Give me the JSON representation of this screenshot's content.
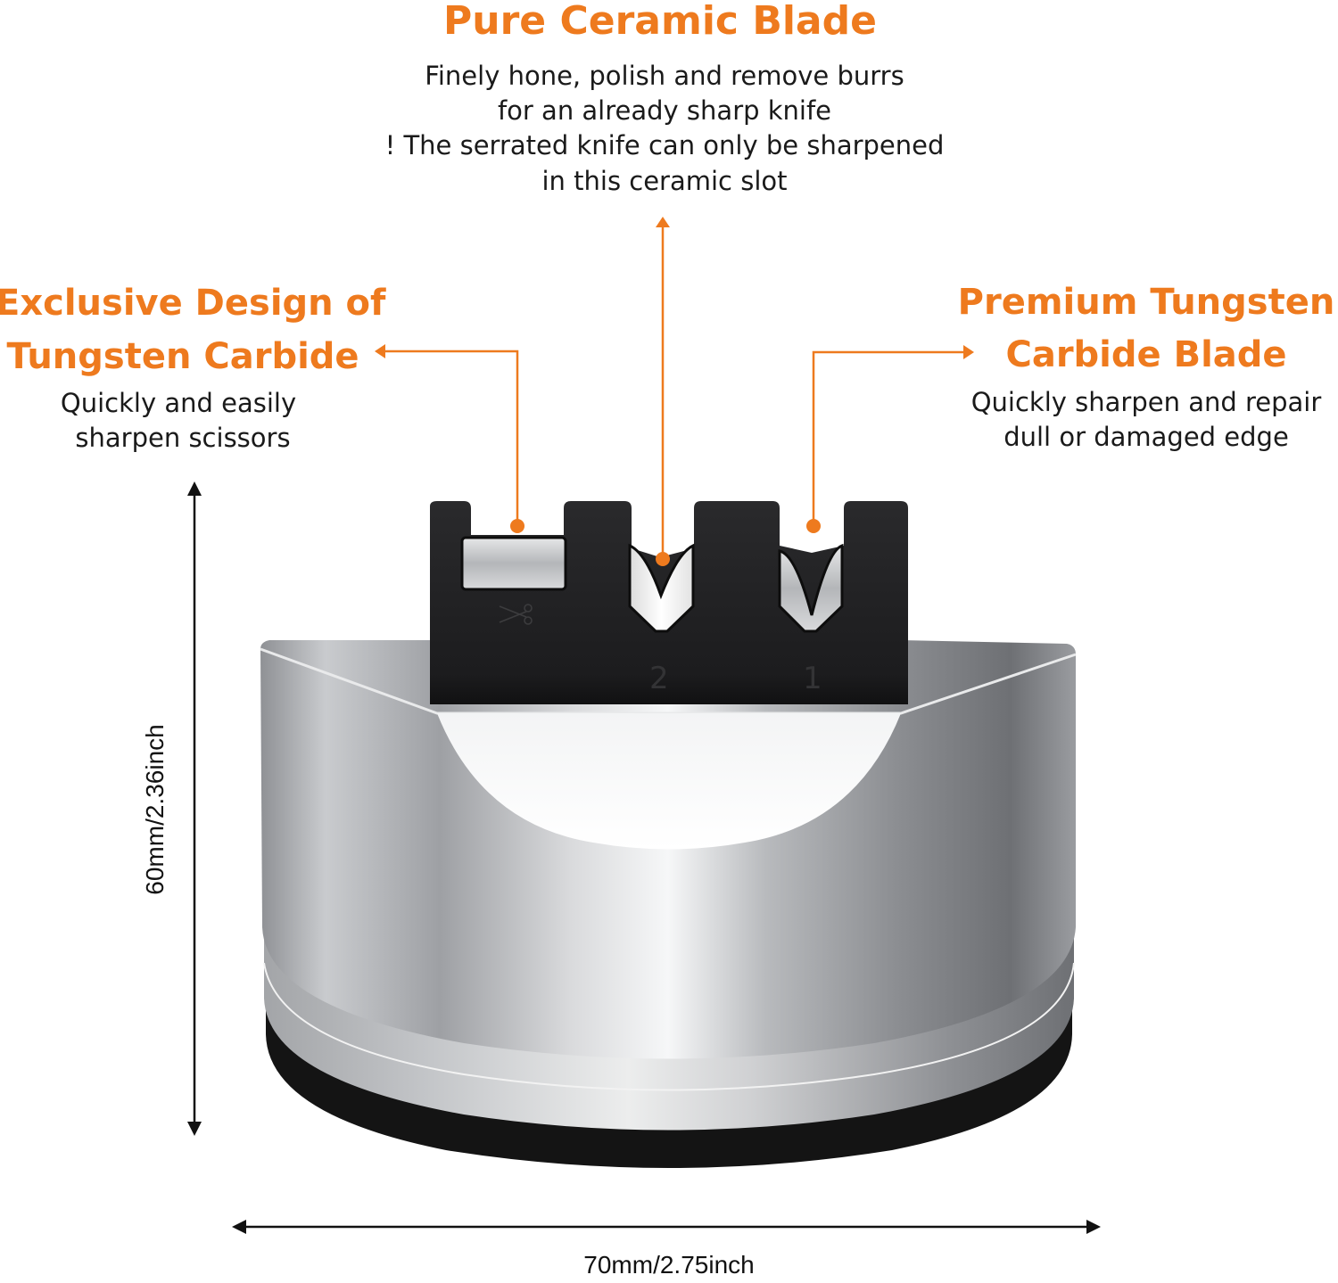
{
  "colors": {
    "accent": "#ee7a1e",
    "text": "#1a1a1a",
    "background": "#ffffff"
  },
  "callouts": {
    "ceramic": {
      "title": "Pure Ceramic Blade",
      "lines": [
        "Finely hone, polish and remove burrs",
        "for an already sharp knife",
        "! The serrated knife can only be sharpened",
        "in this ceramic slot"
      ]
    },
    "scissors": {
      "title_lines": [
        "Exclusive Design of",
        "Tungsten Carbide"
      ],
      "lines": [
        "Quickly and easily",
        "sharpen scissors"
      ]
    },
    "tungsten": {
      "title_lines": [
        "Premium Tungsten",
        "Carbide Blade"
      ],
      "lines": [
        "Quickly sharpen and repair",
        "dull or damaged edge"
      ]
    }
  },
  "product": {
    "slot_labels": [
      "2",
      "1"
    ],
    "scissors_icon": "scissors-icon"
  },
  "dimensions": {
    "height": "60mm/2.36inch",
    "width": "70mm/2.75inch"
  }
}
